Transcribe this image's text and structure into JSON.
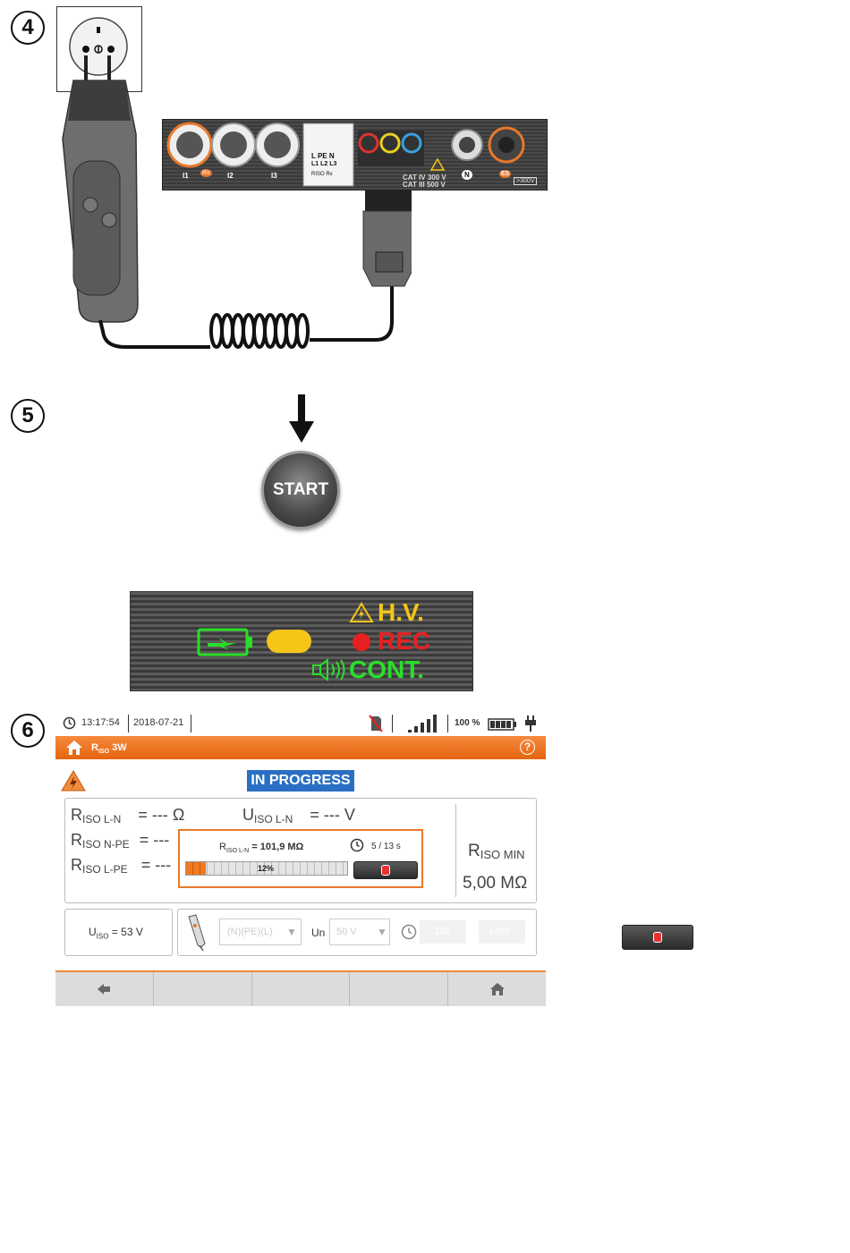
{
  "steps": {
    "four": "4",
    "five": "5",
    "six": "6"
  },
  "instrument": {
    "ports": [
      "I1",
      "I2",
      "I3"
    ],
    "port_sub": "Rx",
    "legend": {
      "line1": "L PE N",
      "line2": "L1 L2 L3",
      "line3": "RISO Rx"
    },
    "cat_line1": "CAT IV 300 V",
    "cat_line2": "CAT III 500 V",
    "terminal_n": "N",
    "terminal_es": "ES",
    "hv_badge": ">300V"
  },
  "start_label": "START",
  "indicators": {
    "hv": "H.V.",
    "rec": "REC",
    "cont": "CONT."
  },
  "colors": {
    "accent": "#e8782a",
    "hv": "#f5c518",
    "rec": "#e82020",
    "cont": "#28e028",
    "badge": "#2a6fc4"
  },
  "meter": {
    "time": "13:17:54",
    "date": "2018-07-21",
    "battery_pct": "100 %",
    "title_main": "R",
    "title_sub": "ISO",
    "title_rest": " 3W",
    "status": "IN PROGRESS",
    "r_ln_label": "R",
    "r_ln_sub": "ISO L-N",
    "r_ln_value": "= --- Ω",
    "u_ln_label": "U",
    "u_ln_sub": "ISO L-N",
    "u_ln_value": "= --- V",
    "r_npe_label": "R",
    "r_npe_sub": "ISO N-PE",
    "r_npe_value": "= ---",
    "r_lpe_label": "R",
    "r_lpe_sub": "ISO L-PE",
    "r_lpe_value": "= ---",
    "popup_label": "R",
    "popup_sub": "ISO L-N",
    "popup_value": "= 101,9 MΩ",
    "popup_timer": "5 / 13 s",
    "progress_pct": "12%",
    "progress_fraction": 0.12,
    "rmin_label": "R",
    "rmin_sub": "ISO MIN",
    "rmin_value": "5,00 MΩ",
    "uiso_label": "U",
    "uiso_sub": "ISO",
    "uiso_value": "= 53 V",
    "select_conductors": "(N)(PE)(L)",
    "un_label": "Un",
    "un_value": "50 V",
    "time_btn": "13s",
    "limit_btn": "Limit"
  }
}
